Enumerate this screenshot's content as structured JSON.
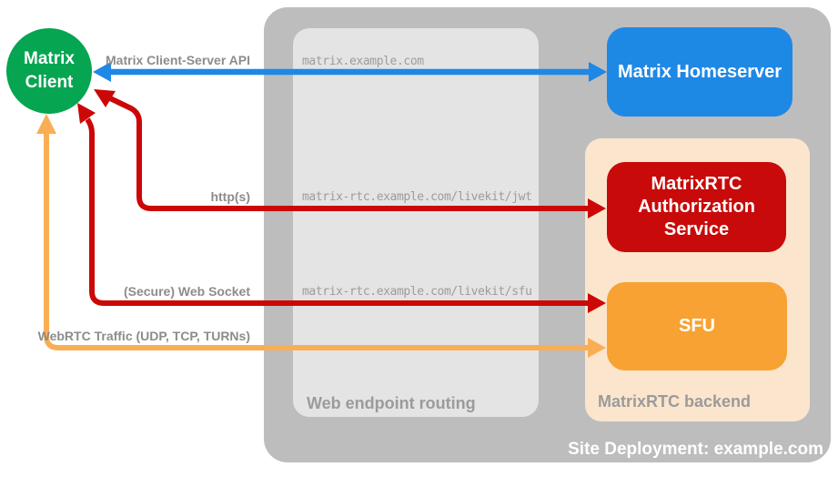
{
  "title": "Site Deployment: example.com",
  "client": {
    "line1": "Matrix",
    "line2": "Client"
  },
  "groups": {
    "routing": {
      "label": "Web endpoint routing"
    },
    "backend": {
      "label": "MatrixRTC backend"
    }
  },
  "nodes": {
    "homeserver": {
      "label": "Matrix Homeserver",
      "color": "#1e88e5"
    },
    "auth": {
      "label": "MatrixRTC Authorization Service",
      "color": "#c80a0a"
    },
    "sfu": {
      "label": "SFU",
      "color": "#f7a233"
    }
  },
  "connections": [
    {
      "label": "Matrix Client-Server API",
      "endpoint": "matrix.example.com",
      "color": "#1e88e5",
      "from": "Matrix Client",
      "to": "Matrix Homeserver",
      "bidirectional": true
    },
    {
      "label": "http(s)",
      "endpoint": "matrix-rtc.example.com/livekit/jwt",
      "color": "#cc0707",
      "from": "Matrix Client",
      "to": "MatrixRTC Authorization Service",
      "bidirectional": true
    },
    {
      "label": "(Secure) Web Socket",
      "endpoint": "matrix-rtc.example.com/livekit/sfu",
      "color": "#cc0707",
      "from": "Matrix Client",
      "to": "SFU",
      "bidirectional": true
    },
    {
      "label": "WebRTC Traffic (UDP, TCP, TURNs)",
      "endpoint": "",
      "color": "#f9ae55",
      "from": "Matrix Client",
      "to": "SFU",
      "bidirectional": true
    }
  ],
  "colors": {
    "client_green": "#05a551",
    "outer_gray": "#bdbdbd",
    "routing_gray": "#e4e4e4",
    "backend_peach": "#fce5cd",
    "label_gray": "#8c8c8c",
    "endpoint_gray": "#9c9c9c",
    "background": "#ffffff"
  }
}
